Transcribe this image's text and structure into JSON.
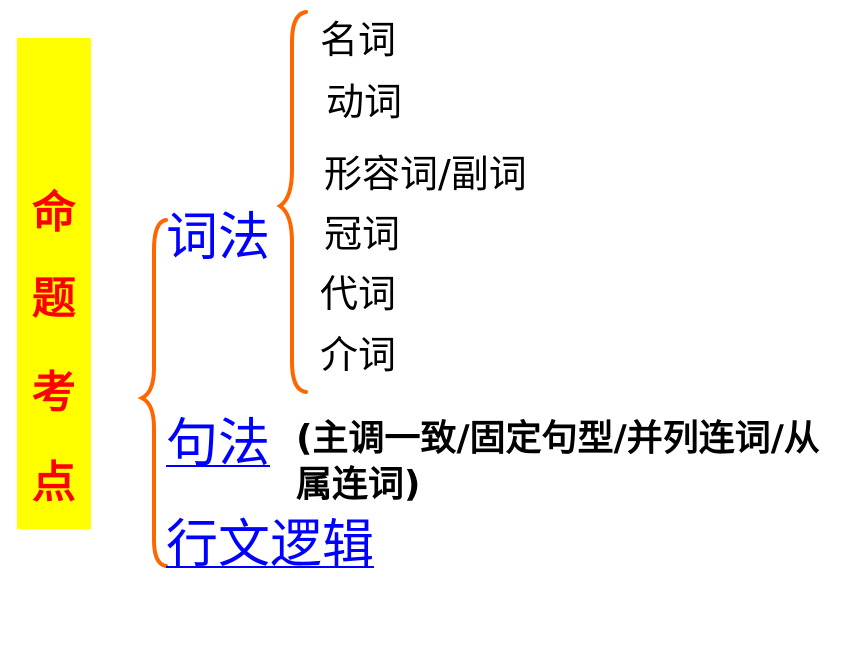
{
  "side_label": [
    "命",
    "题",
    "考",
    "点"
  ],
  "categories": {
    "lexis": "词法",
    "syntax": "句法",
    "logic": "行文逻辑"
  },
  "lexis_items": [
    "名词",
    "动词",
    "形容词/副词",
    "冠词",
    "代词",
    "介词"
  ],
  "syntax_note": "(主调一致/固定句型/并列连词/从属连词)",
  "colors": {
    "side_background": "#ffff00",
    "side_text": "#ff0000",
    "category_text": "#0000ff",
    "brace": "#ff6600"
  }
}
